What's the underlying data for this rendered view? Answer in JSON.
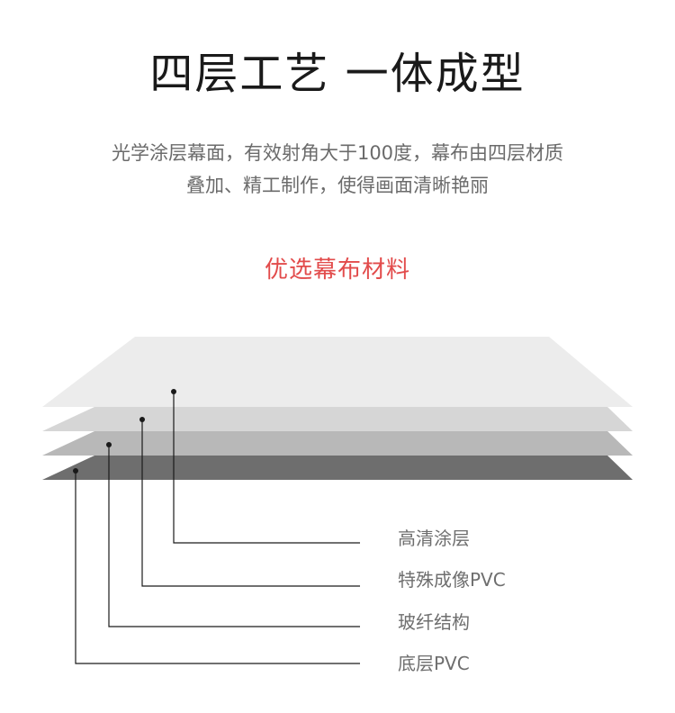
{
  "title": "四层工艺 一体成型",
  "description": {
    "line1": "光学涂层幕面，有效射角大于100度，幕布由四层材质",
    "line2": "叠加、精工制作，使得画面清晰艳丽"
  },
  "subtitle": "优选幕布材料",
  "layers": [
    {
      "label": "高清涂层",
      "color": "#ececec"
    },
    {
      "label": "特殊成像PVC",
      "color": "#d6d6d6"
    },
    {
      "label": "玻纤结构",
      "color": "#b8b8b8"
    },
    {
      "label": "底层PVC",
      "color": "#6e6e6e"
    }
  ],
  "colors": {
    "title": "#1a1a1a",
    "description": "#6b6b6b",
    "accent": "#e24b4b",
    "label": "#6e6e6e",
    "leader_line": "#1a1a1a"
  }
}
